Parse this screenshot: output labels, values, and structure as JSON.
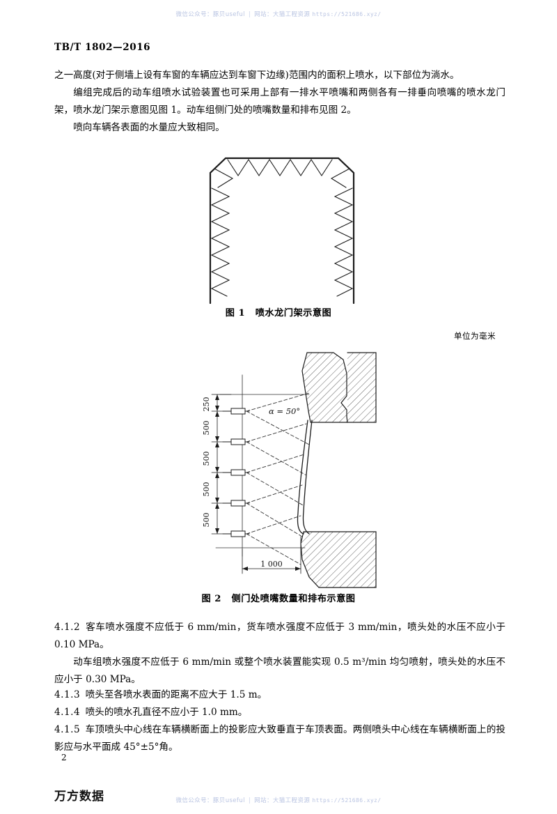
{
  "watermark": {
    "wechat_label": "微信公众号：",
    "wechat_value": "豚贝useful",
    "site_label": "网站：",
    "site_value": "大猫工程资源",
    "url": "https://521686.xyz/",
    "separator": "|"
  },
  "running_head": "TB/T 1802—2016",
  "body": {
    "intro_para_1": "之一高度(对于侧墙上设有车窗的车辆应达到车窗下边缘)范围内的面积上喷水，以下部位为淌水。",
    "intro_para_2": "编组完成后的动车组喷水试验装置也可采用上部有一排水平喷嘴和两侧各有一排垂向喷嘴的喷水龙门架，喷水龙门架示意图见图 1。动车组侧门处的喷嘴数量和排布见图 2。",
    "intro_para_3": "喷向车辆各表面的水量应大致相同。",
    "clause_412_num": "4.1.2",
    "clause_412_text": "客车喷水强度不应低于 6 mm/min，货车喷水强度不应低于 3 mm/min，喷头处的水压不应小于 0.10 MPa。",
    "clause_412_para2": "动车组喷水强度不应低于 6 mm/min 或整个喷水装置能实现 0.5 m³/min 均匀喷射，喷头处的水压不应小于 0.30 MPa。",
    "clause_413_num": "4.1.3",
    "clause_413_text": "喷头至各喷水表面的距离不应大于 1.5 m。",
    "clause_414_num": "4.1.4",
    "clause_414_text": "喷头的喷水孔直径不应小于 1.0 mm。",
    "clause_415_num": "4.1.5",
    "clause_415_text": "车顶喷头中心线在车辆横断面上的投影应大致垂直于车顶表面。两侧喷头中心线在车辆横断面上的投影应与水平面成 45°±5°角。"
  },
  "figure1": {
    "caption_label": "图 1",
    "caption_text": "喷水龙门架示意图"
  },
  "figure2": {
    "unit_note": "单位为毫米",
    "caption_label": "图 2",
    "caption_text": "侧门处喷嘴数量和排布示意图",
    "angle_label": "α = 50°",
    "horizontal_dim": "1 000",
    "vertical_dims": [
      "250",
      "500",
      "500",
      "500",
      "500"
    ],
    "nozzle_count": 5
  },
  "footer": {
    "page_number": "2",
    "logo_text": "万方数据"
  }
}
